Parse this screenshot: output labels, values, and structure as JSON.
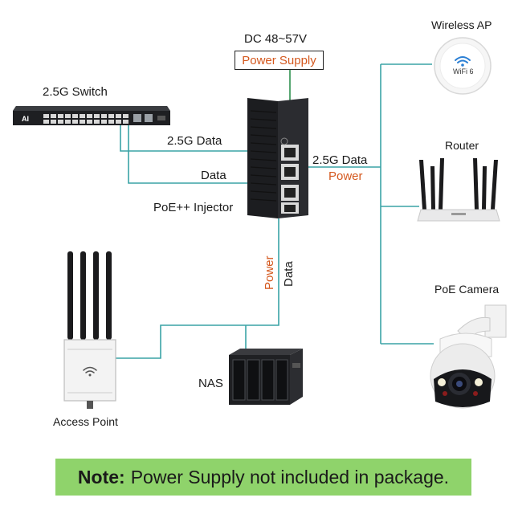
{
  "labels": {
    "dc_voltage": "DC 48~57V",
    "power_supply": "Power Supply",
    "switch": "2.5G Switch",
    "switch_brand": "AI",
    "data_25g_left": "2.5G Data",
    "data_left": "Data",
    "injector": "PoE++ Injector",
    "data_25g_right": "2.5G Data",
    "power_right": "Power",
    "power_vertical": "Power",
    "data_vertical": "Data",
    "wireless_ap": "Wireless AP",
    "wifi6": "WiFi 6",
    "router": "Router",
    "poe_camera": "PoE Camera",
    "nas": "NAS",
    "access_point": "Access Point"
  },
  "note": {
    "prefix": "Note:",
    "text": "Power Supply not included in package."
  },
  "colors": {
    "wire_data": "#3aa3a6",
    "wire_power": "#2e8f4e",
    "label_accent": "#d4581e",
    "note_background": "#8fd36b",
    "terminal_green": "#3fae49"
  }
}
